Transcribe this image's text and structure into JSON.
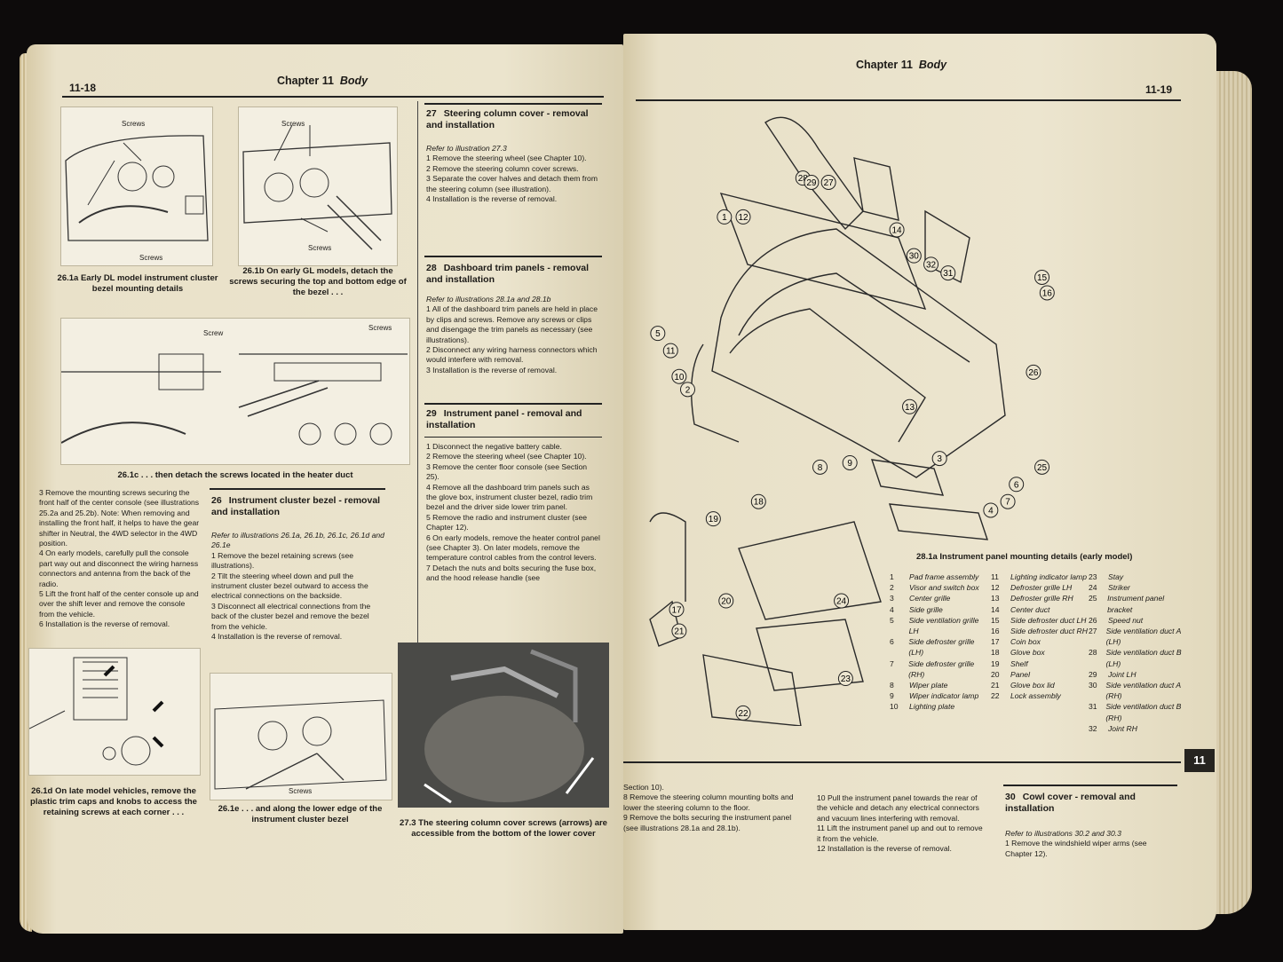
{
  "left_page": {
    "page_number": "11-18",
    "header": {
      "chapter": "Chapter 11",
      "title": "Body"
    },
    "figures": {
      "f261a": {
        "caption": "26.1a Early DL model instrument cluster bezel mounting details",
        "labels": [
          "Screws",
          "Screws"
        ]
      },
      "f261b": {
        "caption": "26.1b On early GL models, detach the screws securing the top and bottom edge of the bezel . . .",
        "labels": [
          "Screws",
          "Screws"
        ]
      },
      "f261c": {
        "caption": "26.1c . . . then detach the screws located in the heater duct",
        "labels": [
          "Screw",
          "Screws"
        ]
      },
      "f261d": {
        "caption": "26.1d On late model vehicles, remove the plastic trim caps and knobs to access the retaining screws at each corner . . ."
      },
      "f261e": {
        "caption": "26.1e . . . and along the lower edge of the instrument cluster bezel",
        "labels": [
          "Screws"
        ]
      },
      "f273": {
        "caption": "27.3 The steering column cover screws (arrows) are accessible from the bottom of the lower cover"
      }
    },
    "sec27": {
      "number": "27",
      "title": "Steering column cover - removal and installation",
      "refer": "Refer to illustration 27.3",
      "steps": [
        "1 Remove the steering wheel (see Chapter 10).",
        "2 Remove the steering column cover screws.",
        "3 Separate the cover halves and detach them from the steering column (see illustration).",
        "4 Installation is the reverse of removal."
      ]
    },
    "sec28": {
      "number": "28",
      "title": "Dashboard trim panels - removal and installation",
      "refer": "Refer to illustrations 28.1a and 28.1b",
      "steps": [
        "1 All of the dashboard trim panels are held in place by clips and screws. Remove any screws or clips and disengage the trim panels as necessary (see illustrations).",
        "2 Disconnect any wiring harness connectors which would interfere with removal.",
        "3 Installation is the reverse of removal."
      ]
    },
    "sec29": {
      "number": "29",
      "title": "Instrument panel - removal and installation",
      "steps": [
        "1 Disconnect the negative battery cable.",
        "2 Remove the steering wheel (see Chapter 10).",
        "3 Remove the center floor console (see Section 25).",
        "4 Remove all the dashboard trim panels such as the glove box, instrument cluster bezel, radio trim bezel and the driver side lower trim panel.",
        "5 Remove the radio and instrument cluster (see Chapter 12).",
        "6 On early models, remove the heater control panel (see Chapter 3). On later models, remove the temperature control cables from the control levers.",
        "7 Detach the nuts and bolts securing the fuse box, and the hood release handle (see"
      ]
    },
    "col1_text": [
      "3 Remove the mounting screws securing the front half of the center console (see illustrations 25.2a and 25.2b). Note: When removing and installing the front half, it helps to have the gear shifter in Neutral, the 4WD selector in the 4WD position.",
      "4 On early models, carefully pull the console part way out and disconnect the wiring harness connectors and antenna from the back of the radio.",
      "5 Lift the front half of the center console up and over the shift lever and remove the console from the vehicle.",
      "6 Installation is the reverse of removal."
    ],
    "sec26": {
      "number": "26",
      "title": "Instrument cluster bezel - removal and installation",
      "refer": "Refer to illustrations 26.1a, 26.1b, 26.1c, 26.1d and 26.1e",
      "steps": [
        "1 Remove the bezel retaining screws (see illustrations).",
        "2 Tilt the steering wheel down and pull the instrument cluster bezel outward to access the electrical connections on the backside.",
        "3 Disconnect all electrical connections from the back of the cluster bezel and remove the bezel from the vehicle.",
        "4 Installation is the reverse of removal."
      ]
    }
  },
  "right_page": {
    "page_number": "11-19",
    "header": {
      "chapter": "Chapter 11",
      "title": "Body"
    },
    "figure_caption": "28.1a Instrument panel mounting details (early model)",
    "callouts": [
      "1",
      "2",
      "3",
      "4",
      "5",
      "6",
      "7",
      "8",
      "9",
      "10",
      "11",
      "12",
      "13",
      "14",
      "15",
      "16",
      "17",
      "18",
      "19",
      "20",
      "21",
      "22",
      "23",
      "24",
      "25",
      "26",
      "27",
      "28",
      "29",
      "30",
      "31",
      "32"
    ],
    "legend": [
      {
        "n": "1",
        "t": "Pad frame assembly"
      },
      {
        "n": "2",
        "t": "Visor and switch box"
      },
      {
        "n": "3",
        "t": "Center grille"
      },
      {
        "n": "4",
        "t": "Side grille"
      },
      {
        "n": "5",
        "t": "Side ventilation grille LH"
      },
      {
        "n": "6",
        "t": "Side defroster grille (LH)"
      },
      {
        "n": "7",
        "t": "Side defroster grille (RH)"
      },
      {
        "n": "8",
        "t": "Wiper plate"
      },
      {
        "n": "9",
        "t": "Wiper indicator lamp"
      },
      {
        "n": "10",
        "t": "Lighting plate"
      },
      {
        "n": "11",
        "t": "Lighting indicator lamp"
      },
      {
        "n": "12",
        "t": "Defroster grille LH"
      },
      {
        "n": "13",
        "t": "Defroster grille RH"
      },
      {
        "n": "14",
        "t": "Center duct"
      },
      {
        "n": "15",
        "t": "Side defroster duct LH"
      },
      {
        "n": "16",
        "t": "Side defroster duct RH"
      },
      {
        "n": "17",
        "t": "Coin box"
      },
      {
        "n": "18",
        "t": "Glove box"
      },
      {
        "n": "19",
        "t": "Shelf"
      },
      {
        "n": "20",
        "t": "Panel"
      },
      {
        "n": "21",
        "t": "Glove box lid"
      },
      {
        "n": "22",
        "t": "Lock assembly"
      },
      {
        "n": "23",
        "t": "Stay"
      },
      {
        "n": "24",
        "t": "Striker"
      },
      {
        "n": "25",
        "t": "Instrument panel bracket"
      },
      {
        "n": "26",
        "t": "Speed nut"
      },
      {
        "n": "27",
        "t": "Side ventilation duct A (LH)"
      },
      {
        "n": "28",
        "t": "Side ventilation duct B (LH)"
      },
      {
        "n": "29",
        "t": "Joint LH"
      },
      {
        "n": "30",
        "t": "Side ventilation duct A (RH)"
      },
      {
        "n": "31",
        "t": "Side ventilation duct B (RH)"
      },
      {
        "n": "32",
        "t": "Joint RH"
      }
    ],
    "bottom_col1": [
      "Section 10).",
      "8 Remove the steering column mounting bolts and lower the steering column to the floor.",
      "9 Remove the bolts securing the instrument panel (see illustrations 28.1a and 28.1b)."
    ],
    "bottom_col2": [
      "10 Pull the instrument panel towards the rear of the vehicle and detach any electrical connectors and vacuum lines interfering with removal.",
      "11 Lift the instrument panel up and out to remove it from the vehicle.",
      "12 Installation is the reverse of removal."
    ],
    "sec30": {
      "number": "30",
      "title": "Cowl cover - removal and installation",
      "refer": "Refer to illustrations 30.2 and 30.3",
      "steps": [
        "1 Remove the windshield wiper arms (see Chapter 12)."
      ]
    },
    "tab": "11"
  }
}
